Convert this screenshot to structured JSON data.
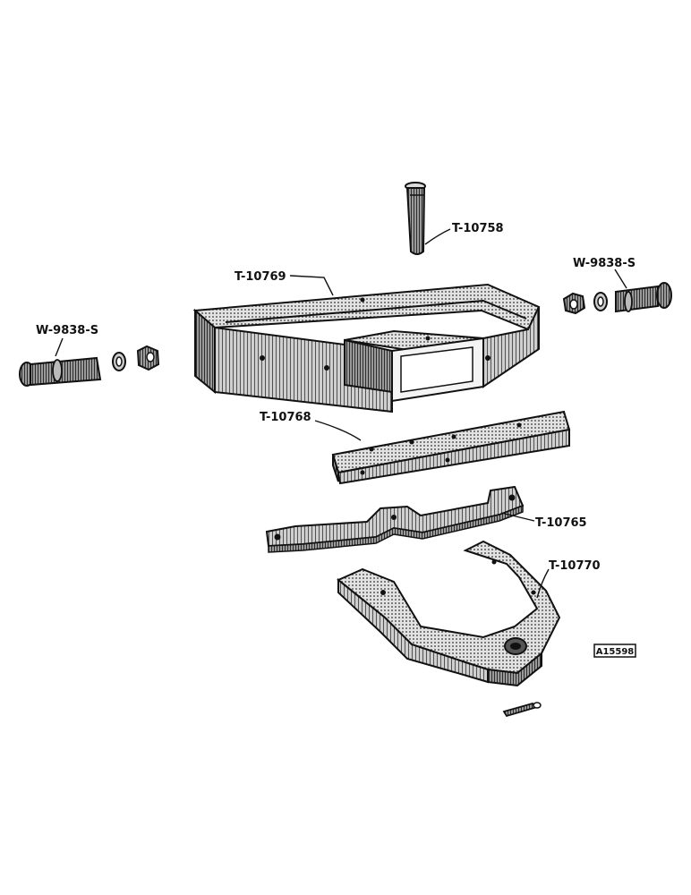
{
  "callouts": {
    "pin": "T-10758",
    "frame": "T-10769",
    "bolt_right": "W-9838-S",
    "bolt_left": "W-9838-S",
    "angle_bar": "T-10768",
    "strap": "T-10765",
    "yoke": "T-10770"
  },
  "figure_number": "A15598",
  "colors": {
    "ink": "#111111",
    "paper": "#ffffff"
  }
}
